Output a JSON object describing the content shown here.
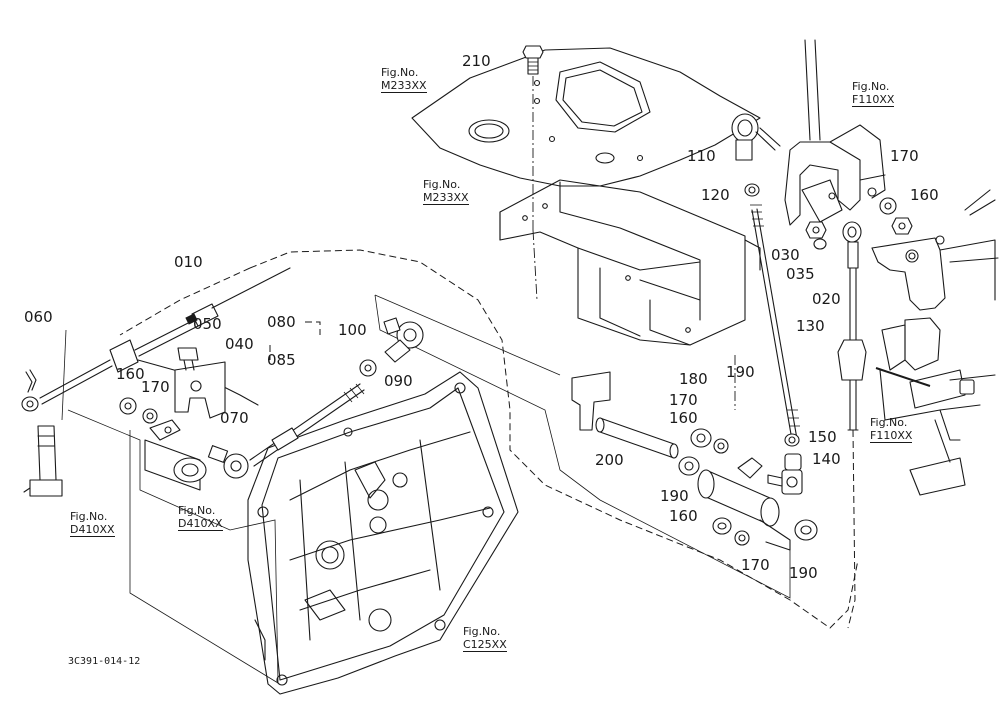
{
  "diagram": {
    "document_id": "3C391-014-12",
    "part_numbers": {
      "p210": "210",
      "p110": "110",
      "p120": "120",
      "p170_top": "170",
      "p160_top": "160",
      "p030": "030",
      "p035": "035",
      "p020": "020",
      "p130": "130",
      "p010": "010",
      "p060": "060",
      "p050": "050",
      "p040": "040",
      "p080": "080",
      "p100": "100",
      "p085": "085",
      "p090": "090",
      "p160_left": "160",
      "p170_left": "170",
      "p070": "070",
      "p180": "180",
      "p190_top": "190",
      "p170_mid": "170",
      "p160_mid": "160",
      "p150": "150",
      "p140": "140",
      "p200": "200",
      "p190_mid": "190",
      "p160_low": "160",
      "p170_low": "170",
      "p190_low": "190"
    },
    "figure_refs": {
      "m233_top": {
        "label": "Fig.No.",
        "code": "M233XX"
      },
      "m233_mid": {
        "label": "Fig.No.",
        "code": "M233XX"
      },
      "f110_top": {
        "label": "Fig.No.",
        "code": "F110XX"
      },
      "f110_right": {
        "label": "Fig.No.",
        "code": "F110XX"
      },
      "d410_left": {
        "label": "Fig.No.",
        "code": "D410XX"
      },
      "d410_mid": {
        "label": "Fig.No.",
        "code": "D410XX"
      },
      "c125": {
        "label": "Fig.No.",
        "code": "C125XX"
      }
    }
  }
}
